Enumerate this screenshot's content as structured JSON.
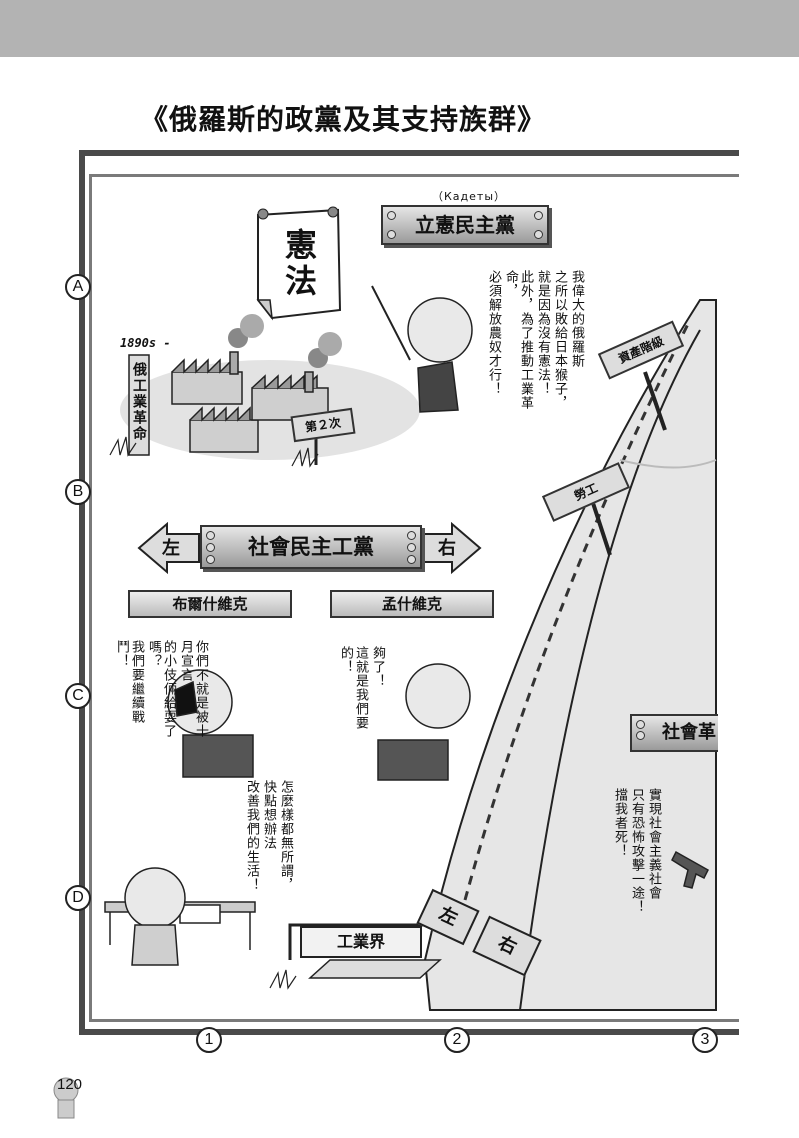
{
  "page": {
    "title": "《俄羅斯的政黨及其支持族群》",
    "page_number": "120"
  },
  "grid": {
    "rows": [
      "A",
      "B",
      "C",
      "D"
    ],
    "cols": [
      "1",
      "2",
      "3"
    ]
  },
  "constitution_sign": {
    "text": "憲法"
  },
  "industrial_revolution": {
    "year": "1890s -",
    "post_label": "俄工業革命",
    "second_label": "第２次"
  },
  "kadets": {
    "russian_name": "（Кадеты）",
    "party_name": "立憲民主黨",
    "speech": [
      "我偉大的俄羅斯",
      "之所以敗給日本猴子，",
      "就是因為沒有憲法！",
      "此外，為了推動工業革命，",
      "必須解放農奴才行！"
    ]
  },
  "social_democrats": {
    "party_name": "社會民主工黨",
    "left": "左",
    "right": "右",
    "bolsheviks": {
      "name": "布爾什維克",
      "speech": [
        "你們不就是被十月宣言",
        "的小伎倆給耍了嗎？",
        "我們要繼續戰鬥！"
      ]
    },
    "mensheviks": {
      "name": "孟什維克",
      "speech": [
        "夠了！",
        "這就是我們要的！"
      ]
    }
  },
  "workers": {
    "speech": [
      "怎麼樣都無所謂，",
      "快點想辦法",
      "改善我們的生活！"
    ],
    "industry_sign": "工業界",
    "arrow_left": "左",
    "arrow_right": "右"
  },
  "cone_signs": {
    "bourgeoisie": "資產階級",
    "labor": "勞工"
  },
  "socialist_revolutionaries": {
    "party_name_partial": "社會革",
    "speech": [
      "實現社會主義社會",
      "只有恐怖攻擊一途！",
      "擋我者死！"
    ]
  }
}
